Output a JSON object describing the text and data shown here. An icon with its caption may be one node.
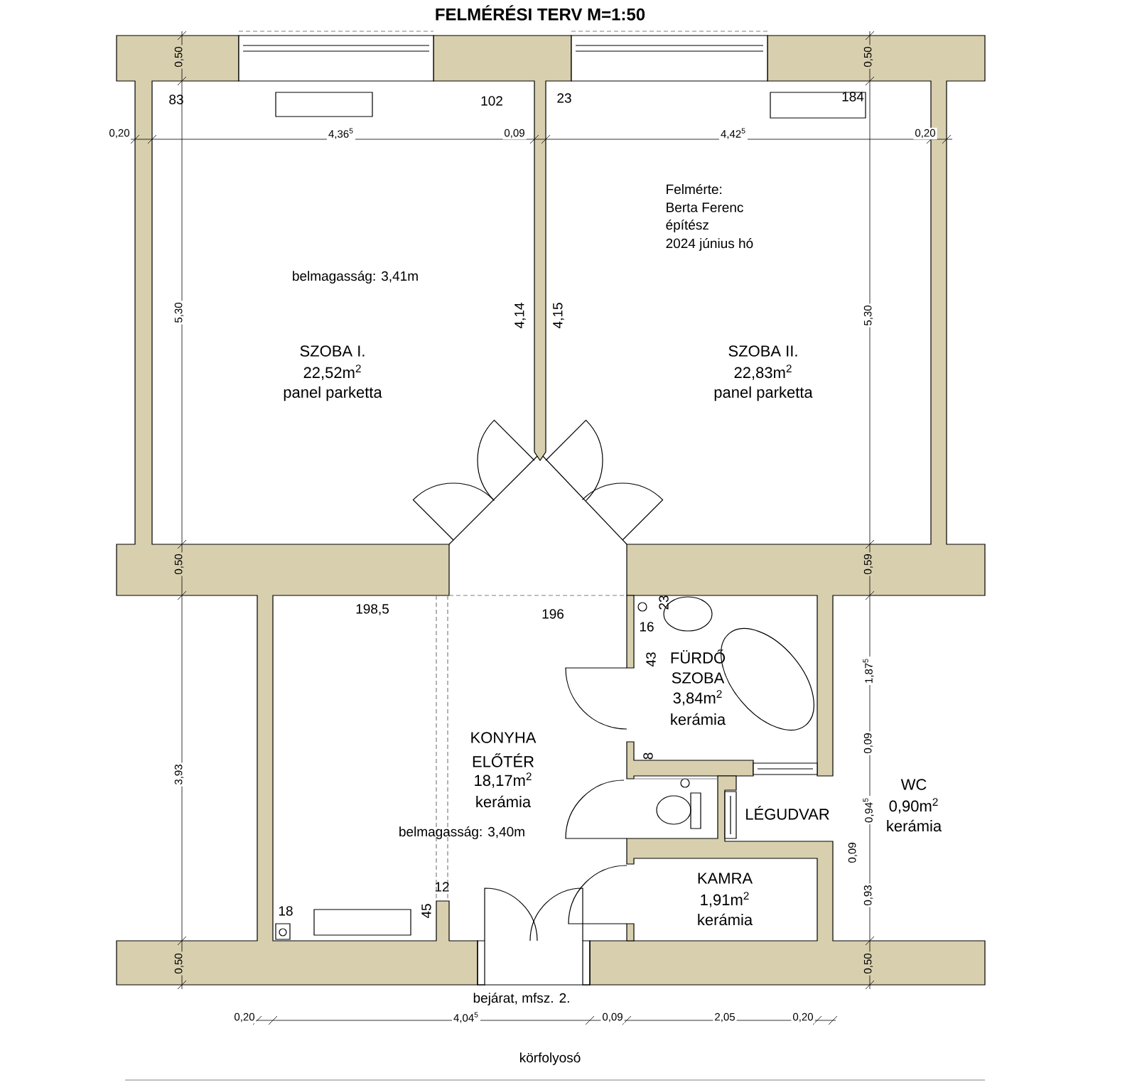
{
  "diagram": {
    "title": "FELMÉRÉSI TERV M=1:50",
    "labels": [
      "0,50",
      "83",
      "102",
      "23",
      "184",
      "0,50",
      "0,20",
      "4,36$^{5}$",
      "0,09",
      "4,42$^{5}$",
      "0,20",
      "Felmérte:",
      "Berta Ferenc",
      "építész",
      "2024 június hó",
      "belmagasság: 3,41m",
      "5,30",
      "4,14",
      "4,15",
      "5,30",
      "SZOBA I.",
      "22,52m$^{2}$",
      "panel parketta",
      "SZOBA II.",
      "22,83m$^{2}$",
      "panel parketta",
      "0,50",
      "0,59",
      "198,5",
      "196",
      "23",
      "16",
      "43",
      "FÜRDŐ",
      "SZOBA",
      "3,84m$^{2}$",
      "kerámia",
      "1,87$^{5}$",
      "0,09",
      "8",
      "KONYHA",
      "ELŐTÉR",
      "18,17m$^{2}$",
      "kerámia",
      "3,93",
      "WC",
      "0,90m$^{2}$",
      "kerámia",
      "LÉGUDVAR",
      "0,94$^{5}$",
      "belmagasság: 3,40m",
      "0,09",
      "KAMRA",
      "12",
      "1,91m$^{2}$",
      "kerámia",
      "0,93",
      "18",
      "45",
      "0,50",
      "0,50",
      "bejárat, mfsz. 2.",
      "0,20",
      "4,04$^{5}$",
      "0,09",
      "2,05",
      "0,20",
      "körfolyosó"
    ]
  }
}
